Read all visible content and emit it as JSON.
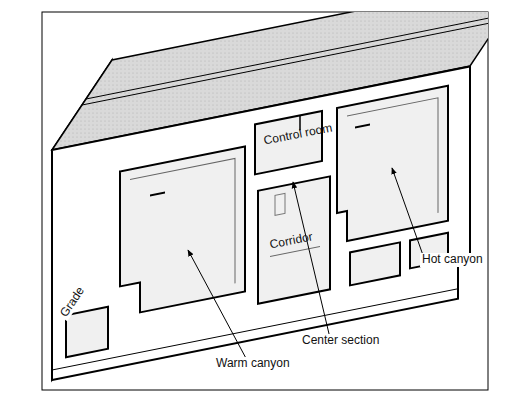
{
  "diagram": {
    "labels": [
      "Control room",
      "Corridor",
      "Hot canyon",
      "Center section",
      "Warm canyon",
      "Grade"
    ]
  }
}
